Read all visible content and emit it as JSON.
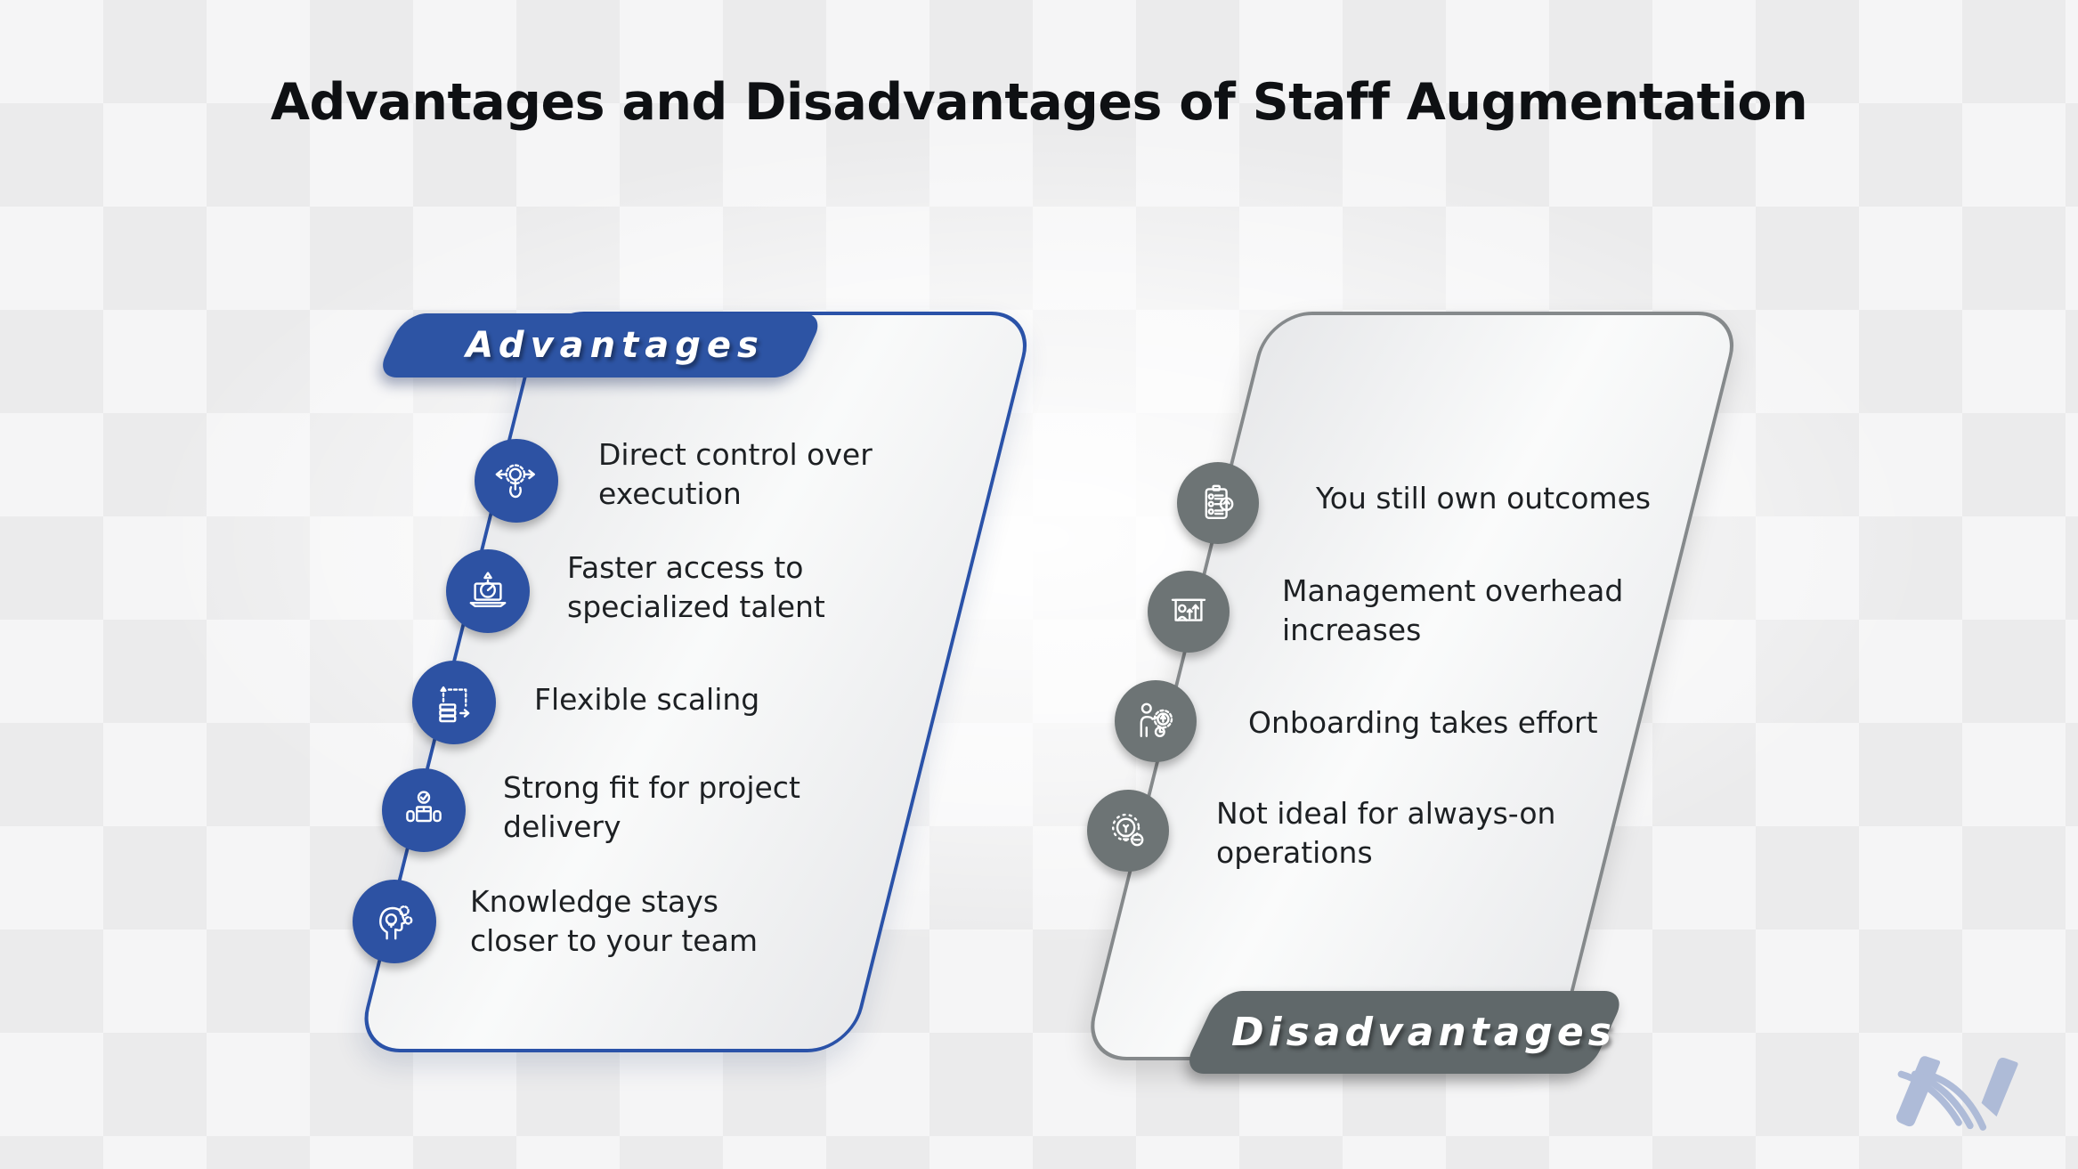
{
  "title": "Advantages and Disadvantages of Staff Augmentation",
  "colors": {
    "advantage_blue": "#2d54a4",
    "advantage_border_blue": "#2a52a8",
    "advantage_icon_blue": "#2d52a3",
    "disadvantage_tab_gray": "#60686a",
    "disadvantage_border_gray": "#85898b",
    "disadvantage_icon_gray": "#6d7475",
    "item_text_color": "#1d2023",
    "logo_blue": "#a9b7d6"
  },
  "advantages": {
    "label": "Advantages",
    "items": [
      {
        "icon": "control-gear-arrows-icon",
        "text": "Direct control over execution",
        "lines": [
          "Direct control over",
          "execution"
        ]
      },
      {
        "icon": "laptop-stopwatch-icon",
        "text": "Faster access to specialized talent",
        "lines": [
          "Faster access to",
          "specialized talent"
        ]
      },
      {
        "icon": "scaling-servers-icon",
        "text": "Flexible scaling",
        "lines": [
          "Flexible scaling",
          ""
        ]
      },
      {
        "icon": "delivery-box-hands-icon",
        "text": "Strong fit for project delivery",
        "lines": [
          "Strong fit for project",
          "delivery"
        ]
      },
      {
        "icon": "knowledge-head-gears-icon",
        "text": "Knowledge stays closer to your team",
        "lines": [
          "Knowledge stays",
          "closer to your team"
        ]
      }
    ]
  },
  "disadvantages": {
    "label": "Disadvantages",
    "items": [
      {
        "icon": "checklist-up-arrow-icon",
        "text": "You still own outcomes",
        "lines": [
          "You still own outcomes",
          ""
        ]
      },
      {
        "icon": "presentation-growth-icon",
        "text": "Management overhead increases",
        "lines": [
          "Management overhead",
          "increases"
        ]
      },
      {
        "icon": "person-gear-clock-icon",
        "text": "Onboarding takes effort",
        "lines": [
          "Onboarding takes effort",
          ""
        ]
      },
      {
        "icon": "lightbulb-minus-icon",
        "text": "Not ideal for always-on operations",
        "lines": [
          "Not ideal for always-on",
          "operations"
        ]
      }
    ]
  },
  "logo_icon": "n-swoosh-brand-logo-icon"
}
